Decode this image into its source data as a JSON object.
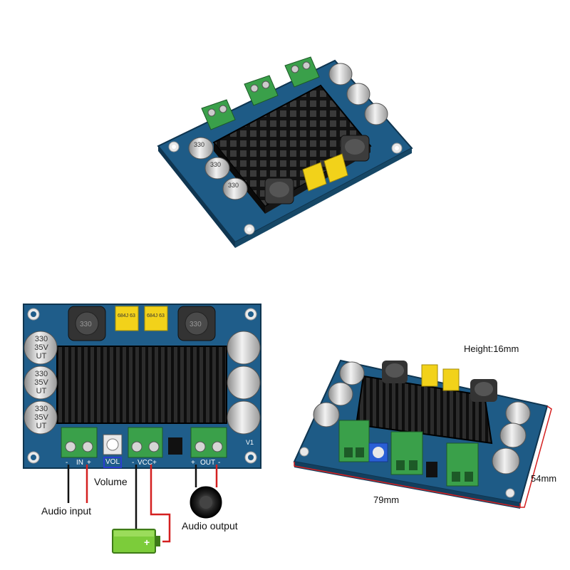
{
  "board_silkscreen": {
    "input_label": "IN",
    "volume_label": "VOL",
    "vcc_label": "VCC",
    "output_label": "OUT",
    "minus": "-",
    "plus": "+",
    "version": "V1",
    "capacitor_marking": [
      "330",
      "35V",
      "UT"
    ],
    "inductor_marking": "330",
    "film_cap_marking": "684J 63"
  },
  "annotations": {
    "volume": "Volume",
    "audio_input": "Audio input",
    "audio_output": "Audio output"
  },
  "dimensions": {
    "height": "Height:16mm",
    "length": "79mm",
    "width": "54mm"
  },
  "colors": {
    "pcb": "#1f5d8a",
    "heatsink": "#1a1a1a",
    "terminal": "#3aa04a",
    "wire_red": "#d42020",
    "wire_black": "#111111",
    "battery": "#7ccc3a",
    "film_cap": "#f2d21a"
  }
}
